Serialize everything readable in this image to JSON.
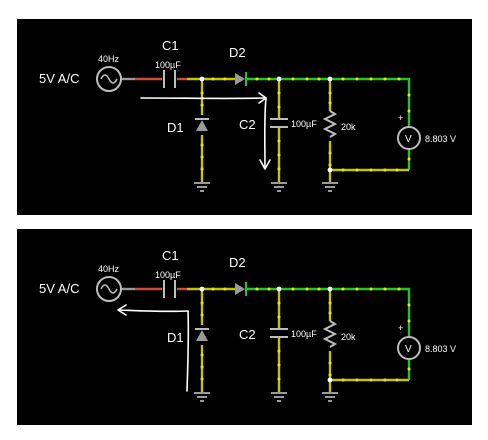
{
  "circuits": [
    {
      "id": "top",
      "source_label": "5V A/C",
      "source_freq": "40Hz",
      "c1_label": "C1",
      "c1_value": "100µF",
      "d2_label": "D2",
      "d1_label": "D1",
      "c2_label": "C2",
      "c2_value": "100µF",
      "resistor_value": "20k",
      "voltmeter_symbol": "V",
      "voltmeter_plus": "+",
      "voltmeter_reading": "8.803 V"
    },
    {
      "id": "bottom",
      "source_label": "5V A/C",
      "source_freq": "40Hz",
      "c1_label": "C1",
      "c1_value": "100µF",
      "d2_label": "D2",
      "d1_label": "D1",
      "c2_label": "C2",
      "c2_value": "100µF",
      "resistor_value": "20k",
      "voltmeter_symbol": "V",
      "voltmeter_plus": "+",
      "voltmeter_reading": "8.803 V"
    }
  ],
  "colors": {
    "background": "#000000",
    "wire_yellow": "#c4c400",
    "wire_green": "#22c322",
    "wire_red": "#d24a3a",
    "wire_gray": "#9a9a9a",
    "annotation": "#ffffff"
  }
}
